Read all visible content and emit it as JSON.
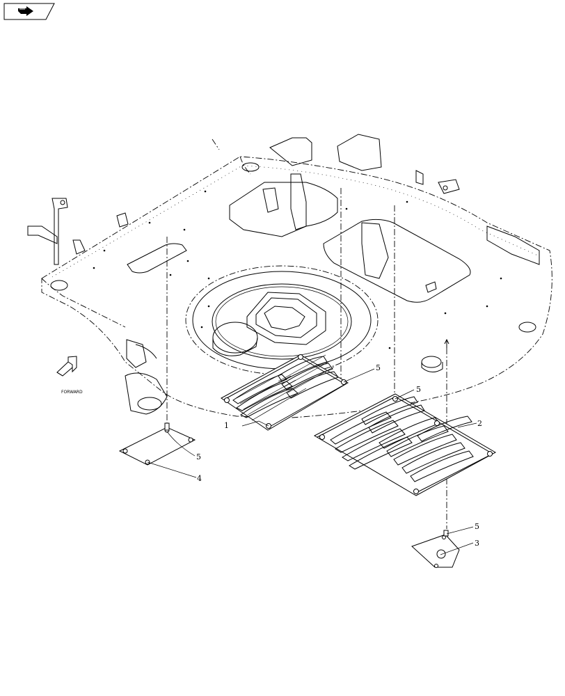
{
  "forward_label": "FORWARD",
  "nav_icon": "next-page-arrow-icon",
  "callouts": {
    "c1": "1",
    "c2": "2",
    "c3": "3",
    "c4": "4",
    "c5a": "5",
    "c5b": "5",
    "c5c": "5",
    "c5d": "5"
  }
}
